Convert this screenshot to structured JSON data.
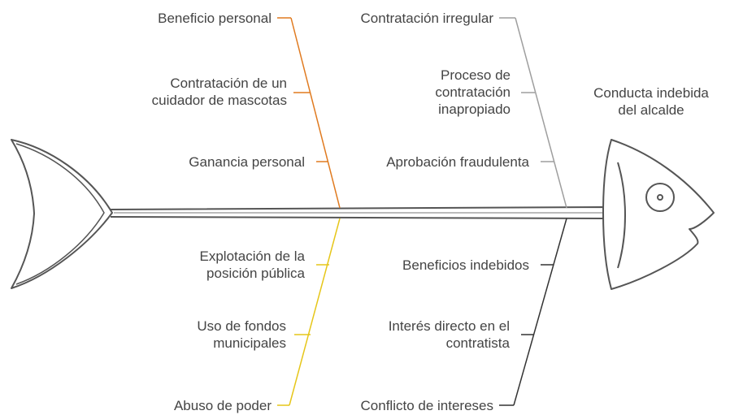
{
  "effect": {
    "line1": "Conducta indebida",
    "line2": "del alcalde"
  },
  "branches": {
    "top_left": {
      "color": "#E07A1F",
      "causes": [
        {
          "lines": [
            "Beneficio personal"
          ]
        },
        {
          "lines": [
            "Contratación de un",
            "cuidador de mascotas"
          ]
        },
        {
          "lines": [
            "Ganancia personal"
          ]
        }
      ]
    },
    "top_right": {
      "color": "#9E9E9E",
      "causes": [
        {
          "lines": [
            "Contratación irregular"
          ]
        },
        {
          "lines": [
            "Proceso de",
            "contratación",
            "inapropiado"
          ]
        },
        {
          "lines": [
            "Aprobación fraudulenta"
          ]
        }
      ]
    },
    "bottom_left": {
      "color": "#E6C619",
      "causes": [
        {
          "lines": [
            "Explotación de la",
            "posición pública"
          ]
        },
        {
          "lines": [
            "Uso de fondos",
            "municipales"
          ]
        },
        {
          "lines": [
            "Abuso de poder"
          ]
        }
      ]
    },
    "bottom_right": {
      "color": "#333333",
      "causes": [
        {
          "lines": [
            "Beneficios indebidos"
          ]
        },
        {
          "lines": [
            "Interés directo en el",
            "contratista"
          ]
        },
        {
          "lines": [
            "Conflicto de intereses"
          ]
        }
      ]
    }
  }
}
